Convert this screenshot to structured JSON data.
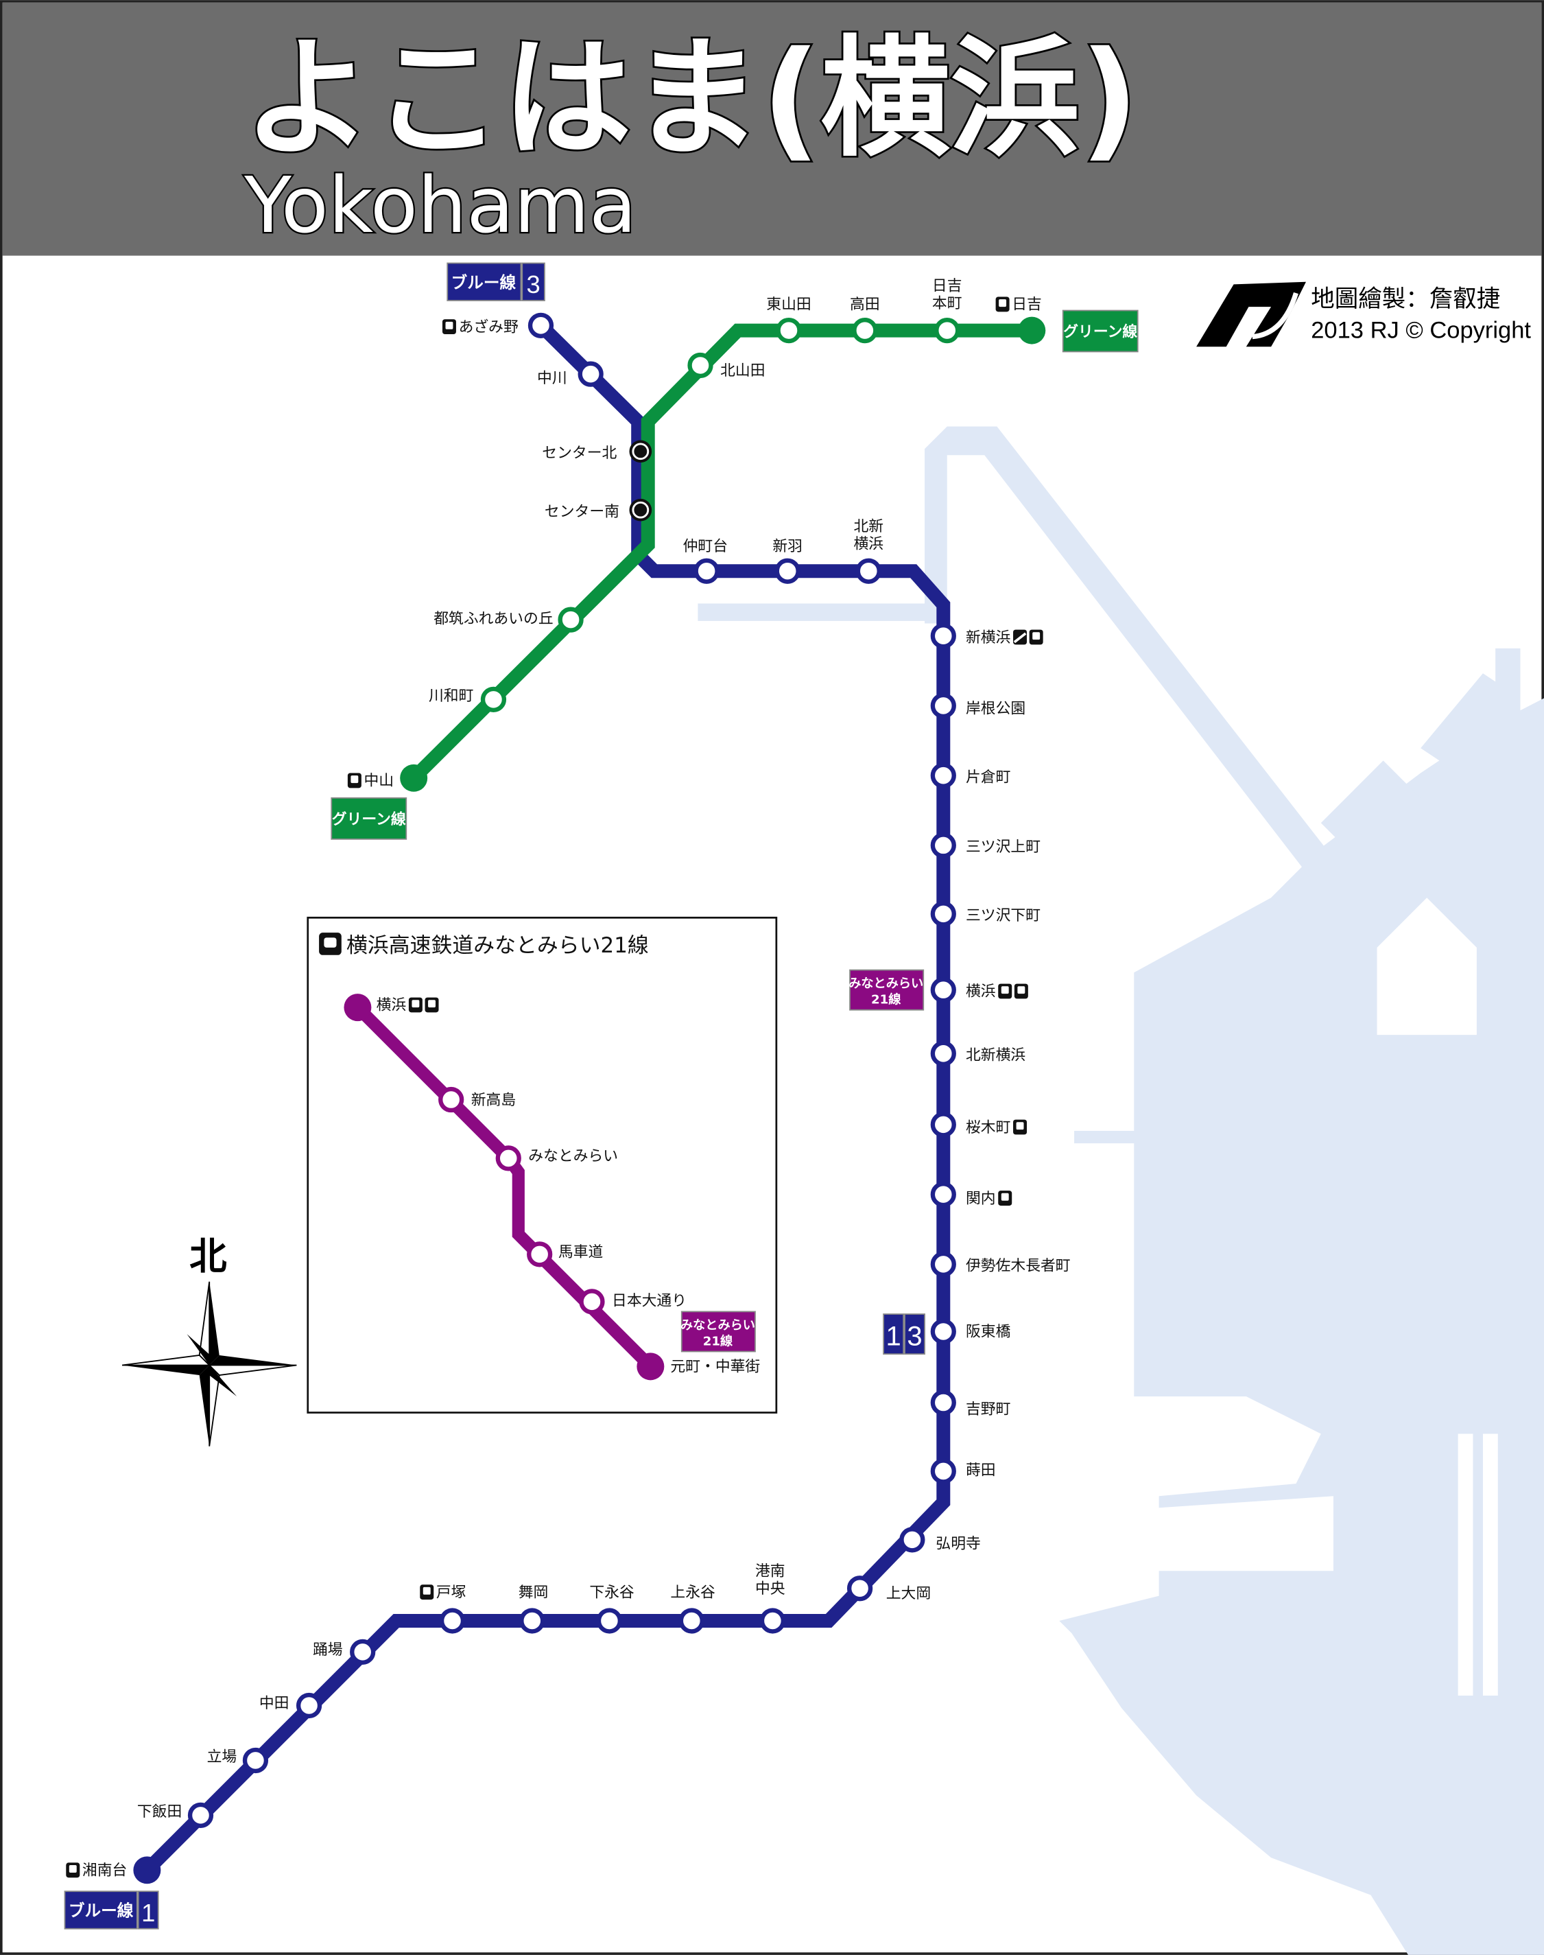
{
  "header": {
    "title": "よこはま(横浜)",
    "subtitle": "Yokohama"
  },
  "credit": {
    "maker": "地圖繪製：詹叡捷",
    "copyright": "2013 RJ © Copyright",
    "logo_text": "RJ"
  },
  "colors": {
    "blue_line": "#1f228c",
    "green_line": "#0a9140",
    "minatomirai_line": "#8b0a82",
    "header_bg": "#6d6d6d",
    "background_map": "#dfe8f6"
  },
  "badges": {
    "blue_top": {
      "label": "ブルー線",
      "number": "3"
    },
    "blue_bottom": {
      "label": "ブルー線",
      "number": "1"
    },
    "blue_mid": {
      "numbers": [
        "1",
        "3"
      ]
    },
    "green_top": {
      "label": "グリーン線"
    },
    "green_bottom": {
      "label": "グリーン線"
    },
    "minatomirai_main": {
      "line1": "みなとみらい",
      "line2": "21線"
    },
    "minatomirai_inset": {
      "line1": "みなとみらい",
      "line2": "21線"
    }
  },
  "blue_line": {
    "name": "ブルー線",
    "stations": [
      {
        "name": "あざみ野",
        "icons": [
          "jr-train-icon"
        ]
      },
      {
        "name": "中川"
      },
      {
        "name": "センター北",
        "transfer": true
      },
      {
        "name": "センター南",
        "transfer": true
      },
      {
        "name": "仲町台"
      },
      {
        "name": "新羽"
      },
      {
        "name": "北新横浜",
        "lines": [
          "北新",
          "横浜"
        ]
      },
      {
        "name": "新横浜",
        "icons": [
          "shinkansen-icon",
          "jr-train-icon"
        ]
      },
      {
        "name": "岸根公園"
      },
      {
        "name": "片倉町"
      },
      {
        "name": "三ツ沢上町"
      },
      {
        "name": "三ツ沢下町"
      },
      {
        "name": "横浜",
        "icons": [
          "jr-train-icon",
          "private-railway-icon"
        ]
      },
      {
        "name": "北新横浜"
      },
      {
        "name": "桜木町",
        "icons": [
          "jr-train-icon"
        ]
      },
      {
        "name": "関内",
        "icons": [
          "jr-train-icon"
        ]
      },
      {
        "name": "伊勢佐木長者町"
      },
      {
        "name": "阪東橋"
      },
      {
        "name": "吉野町"
      },
      {
        "name": "蒔田"
      },
      {
        "name": "弘明寺"
      },
      {
        "name": "上大岡"
      },
      {
        "name": "港南中央",
        "lines": [
          "港南",
          "中央"
        ]
      },
      {
        "name": "上永谷"
      },
      {
        "name": "下永谷"
      },
      {
        "name": "舞岡"
      },
      {
        "name": "戸塚",
        "icons": [
          "jr-train-icon"
        ]
      },
      {
        "name": "踊場"
      },
      {
        "name": "中田"
      },
      {
        "name": "立場"
      },
      {
        "name": "下飯田"
      },
      {
        "name": "湘南台",
        "icons": [
          "jr-train-icon"
        ],
        "terminal": true
      }
    ]
  },
  "green_line": {
    "name": "グリーン線",
    "stations": [
      {
        "name": "日吉",
        "icons": [
          "jr-train-icon"
        ],
        "terminal": true
      },
      {
        "name": "日吉本町",
        "lines": [
          "日吉",
          "本町"
        ]
      },
      {
        "name": "高田"
      },
      {
        "name": "東山田"
      },
      {
        "name": "北山田"
      },
      {
        "name": "都筑ふれあいの丘"
      },
      {
        "name": "川和町"
      },
      {
        "name": "中山",
        "icons": [
          "jr-train-icon"
        ],
        "terminal": true
      }
    ]
  },
  "inset": {
    "title": "横浜高速鉄道みなとみらい21線",
    "stations": [
      {
        "name": "横浜",
        "icons": [
          "jr-train-icon",
          "private-railway-icon"
        ],
        "terminal": true
      },
      {
        "name": "新高島"
      },
      {
        "name": "みなとみらい"
      },
      {
        "name": "馬車道"
      },
      {
        "name": "日本大通り"
      },
      {
        "name": "元町・中華街",
        "terminal": true
      }
    ]
  },
  "compass": {
    "north_label": "北"
  }
}
